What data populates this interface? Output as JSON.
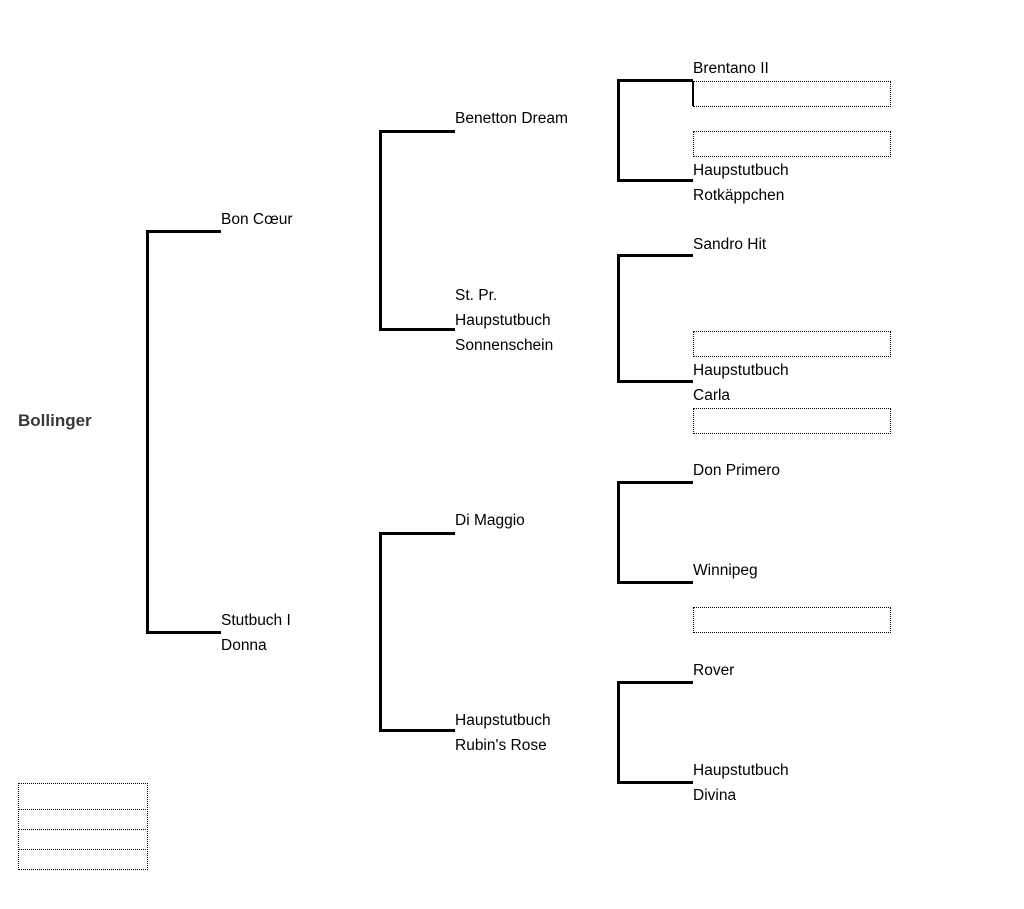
{
  "colors": {
    "background": "#ffffff",
    "line": "#000000",
    "text": "#000000",
    "subject_text": "#383838"
  },
  "pedigree": {
    "subject": {
      "name": "Bollinger"
    },
    "sire": {
      "name": "Bon Cœur",
      "sire": {
        "name": "Benetton Dream",
        "sire": {
          "name": "Brentano II",
          "input_value": "",
          "input_placeholder": ""
        },
        "dam": {
          "name": "Haupstutbuch\nRotkäppchen",
          "input_value": "",
          "input_placeholder": ""
        }
      },
      "dam": {
        "name": "St. Pr.\nHaupstutbuch\nSonnenschein",
        "sire": {
          "name": "Sandro Hit"
        },
        "dam": {
          "name": "Haupstutbuch\nCarla",
          "input_value_above": "",
          "input_value_below": ""
        }
      }
    },
    "dam": {
      "name": "Stutbuch I\nDonna",
      "sire": {
        "name": "Di Maggio",
        "sire": {
          "name": "Don Primero"
        },
        "dam": {
          "name": "Winnipeg",
          "input_value_below": ""
        }
      },
      "dam": {
        "name": "Haupstutbuch\nRubin's Rose",
        "sire": {
          "name": "Rover"
        },
        "dam": {
          "name": "Haupstutbuch\nDivina"
        }
      }
    }
  },
  "footer_fields": [
    {
      "value": ""
    },
    {
      "value": ""
    },
    {
      "value": ""
    },
    {
      "value": ""
    }
  ]
}
